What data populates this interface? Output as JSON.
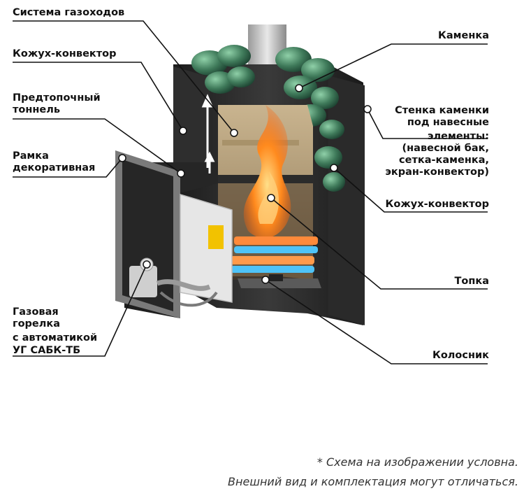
{
  "labels": {
    "gas_flue_system": "Система газоходов",
    "casing_convector_left": "Кожух-конвектор",
    "pre_firebox_tunnel_line1": "Предтопочный",
    "pre_firebox_tunnel_line2": "тоннель",
    "decorative_frame_line1": "Рамка",
    "decorative_frame_line2": "декоративная",
    "gas_burner_line1": "Газовая",
    "gas_burner_line2": "горелка",
    "gas_burner_line3": "с автоматикой",
    "gas_burner_line4": "УГ САБК-ТБ",
    "stone_heater": "Каменка",
    "heater_wall_line1": "Стенка каменки",
    "heater_wall_line2": "под навесные",
    "heater_wall_line3": "элементы:",
    "heater_wall_line4": "(навесной бак,",
    "heater_wall_line5": "сетка-каменка,",
    "heater_wall_line6": "экран-конвектор)",
    "casing_convector_right": "Кожух-конвектор",
    "firebox": "Топка",
    "grate": "Колосник"
  },
  "footnote": {
    "line1": "* Схема на изображении условна.",
    "line2": "Внешний вид и комплектация могут отличаться."
  },
  "colors": {
    "leader": "#111111",
    "stove_body": "#2b2b2b",
    "stones": "#3f7a5a",
    "flame": "#ff7a1a",
    "burner_blue": "#4fc3f7"
  }
}
